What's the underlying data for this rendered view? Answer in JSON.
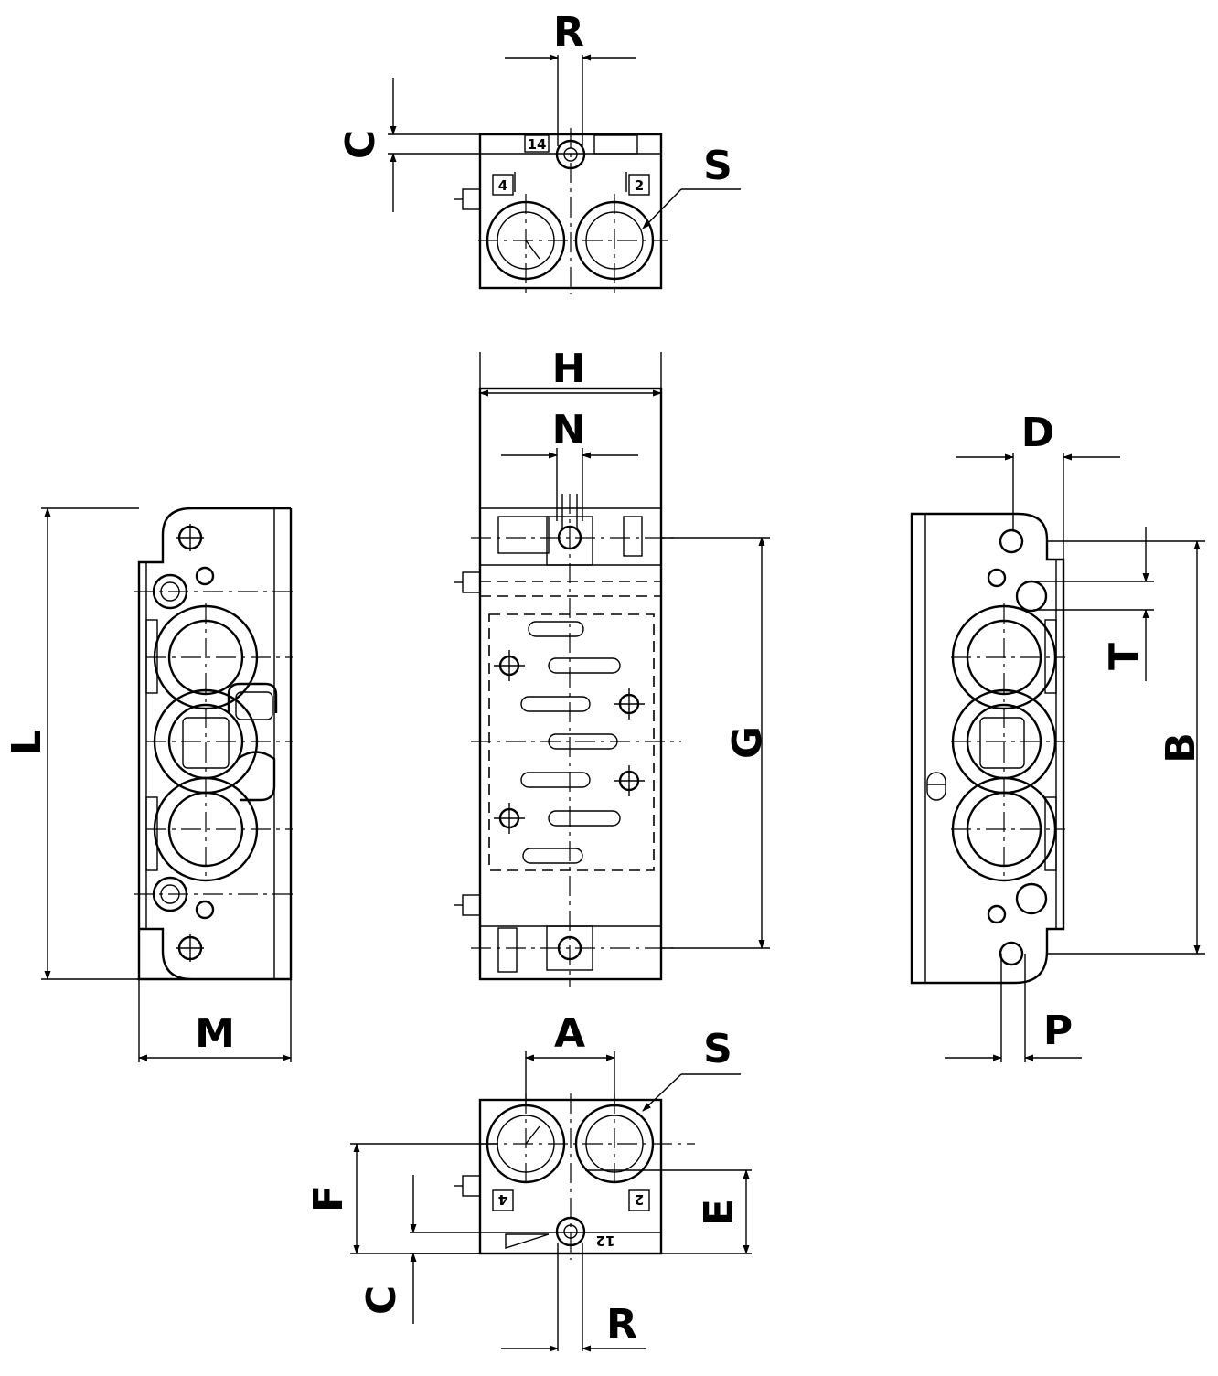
{
  "drawing": {
    "dimensions": {
      "r_top": "R",
      "c_top": "C",
      "s_top": "S",
      "h": "H",
      "n": "N",
      "d": "D",
      "l": "L",
      "g": "G",
      "b": "B",
      "t": "T",
      "m": "M",
      "p": "P",
      "a": "A",
      "s_bottom": "S",
      "f": "F",
      "e": "E",
      "c_bottom": "C",
      "r_bottom": "R"
    },
    "ports": {
      "top_14": "14",
      "top_4": "4",
      "top_2": "2",
      "bottom_4": "4",
      "bottom_2": "2",
      "bottom_12": "12"
    }
  }
}
